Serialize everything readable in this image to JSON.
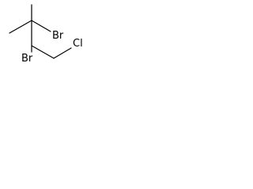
{
  "molecule": {
    "atoms": {
      "br_top": "Br",
      "br_bottom": "Br",
      "cl": "Cl"
    }
  },
  "colors": {
    "background": "#ffffff",
    "bond": "#000000",
    "label": "#000000"
  }
}
